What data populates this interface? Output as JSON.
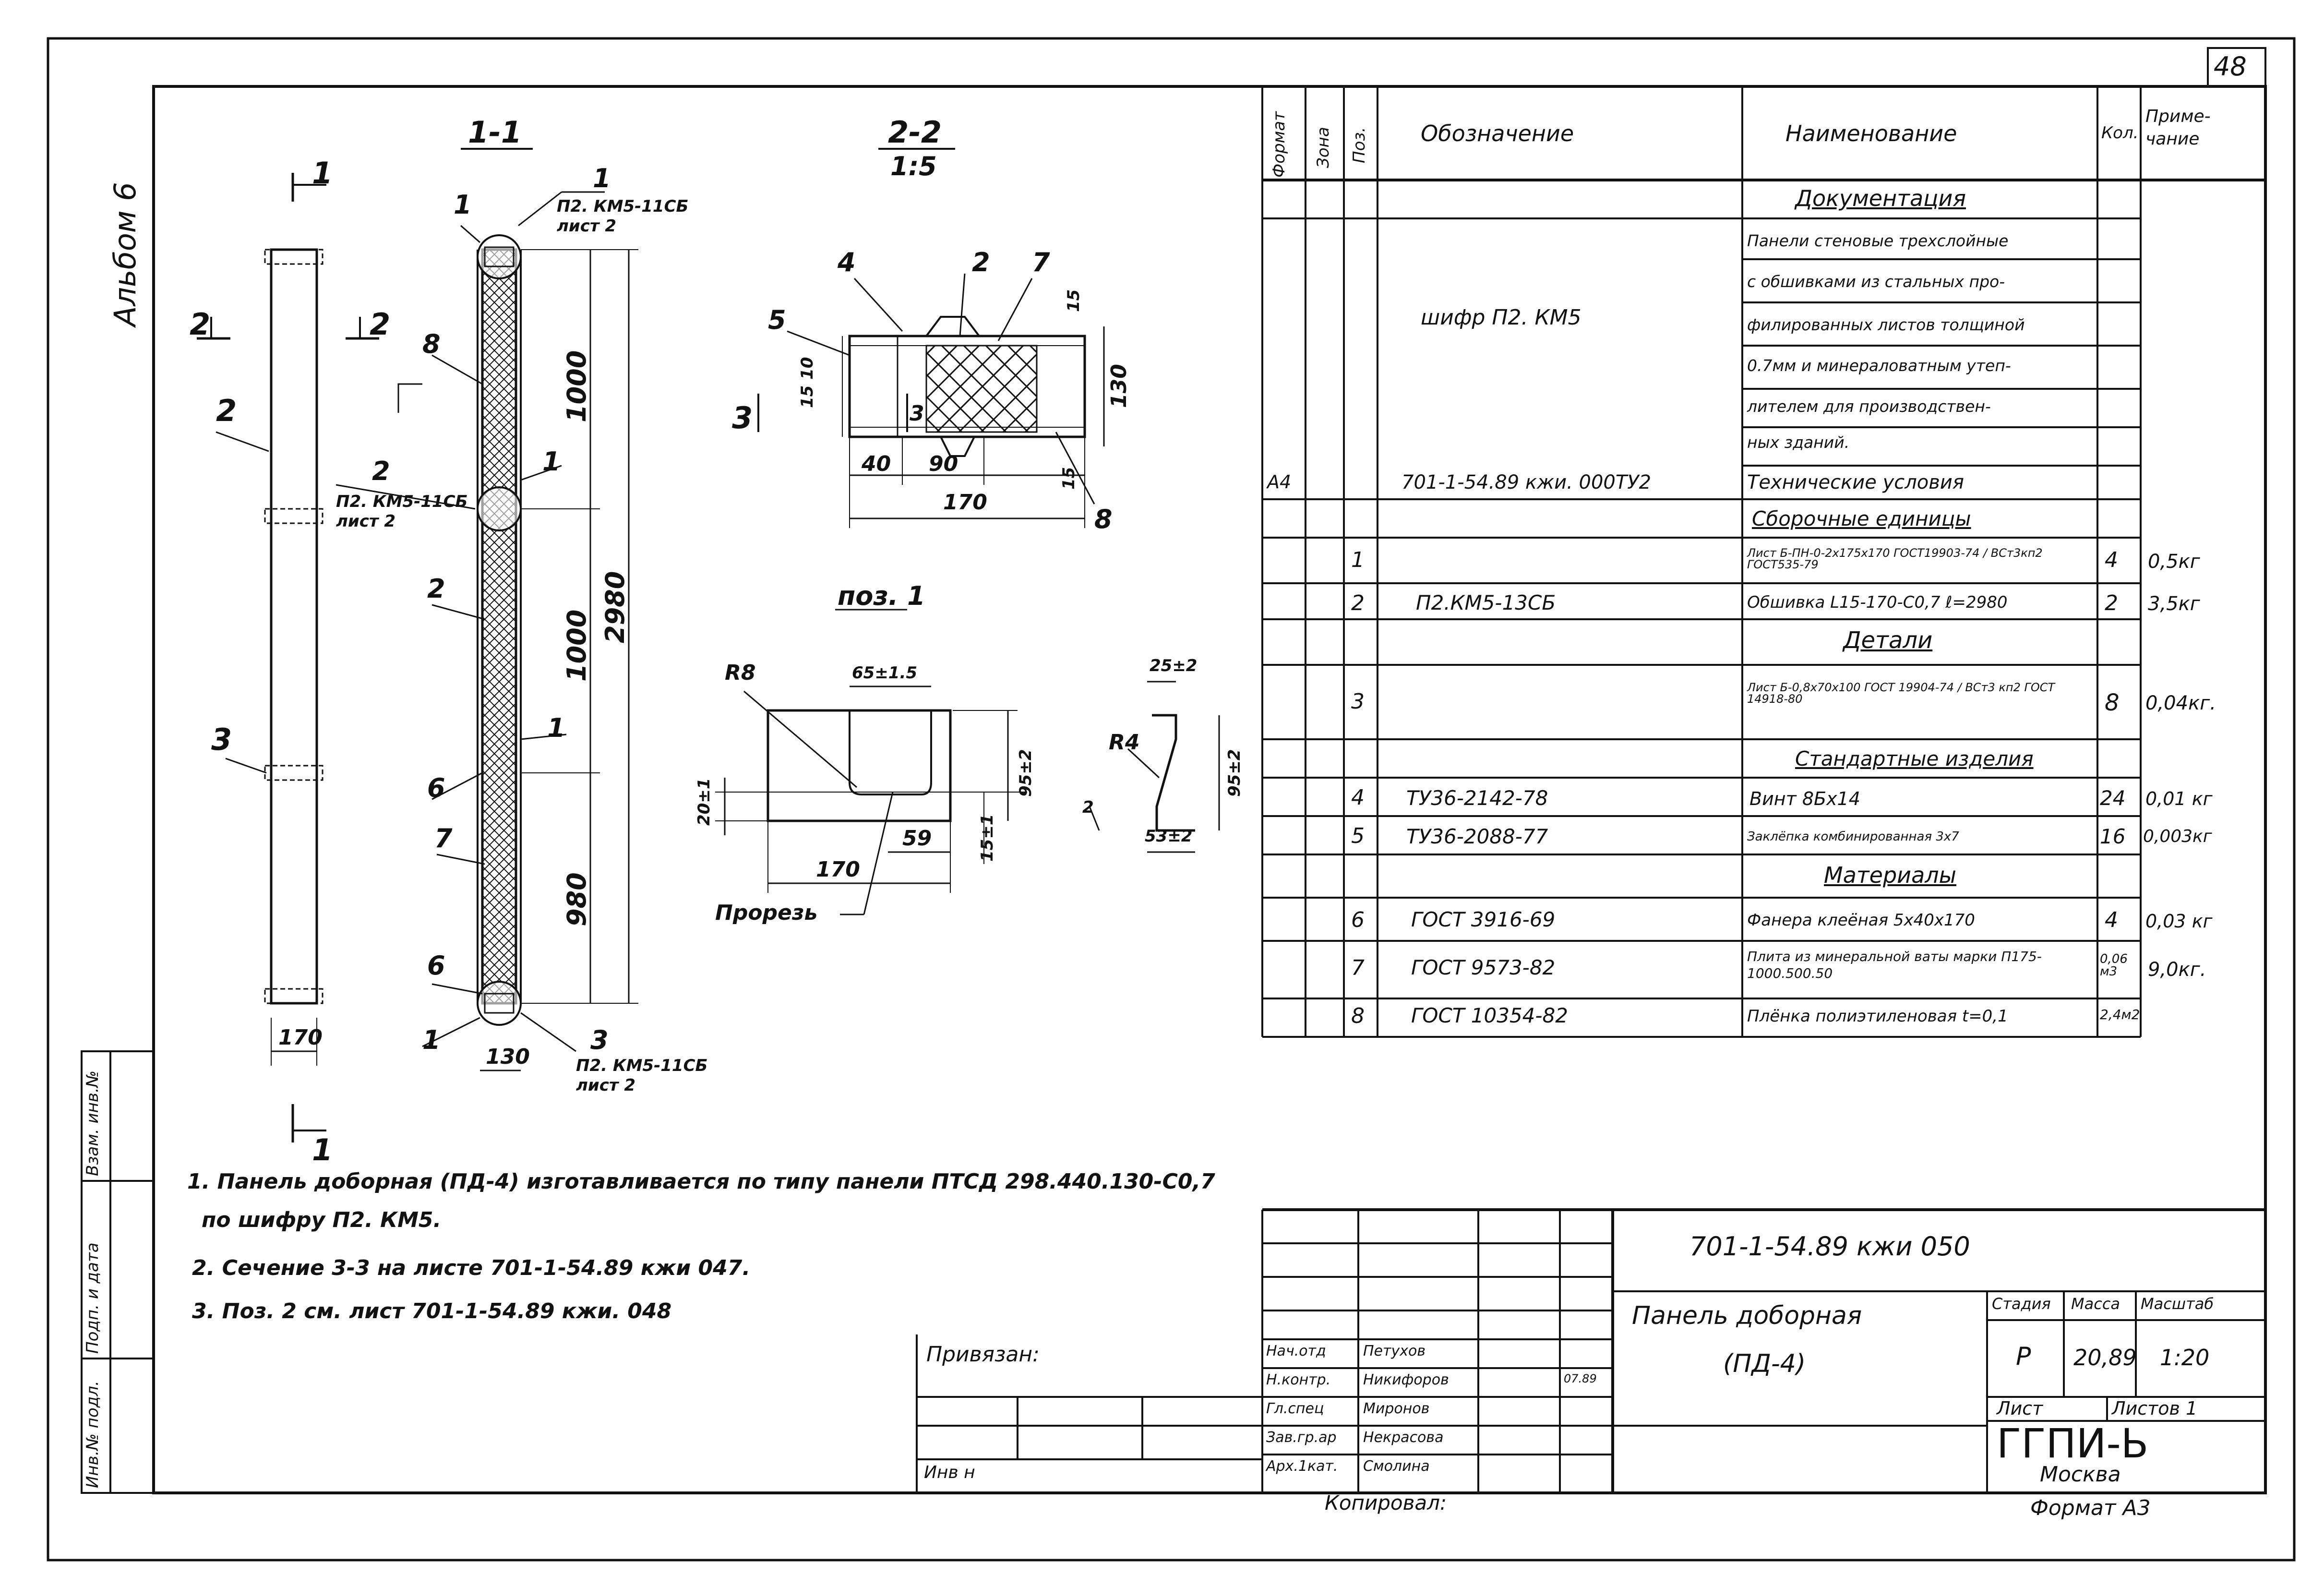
{
  "sheet_number": "48",
  "album": "Альбом 6",
  "views": {
    "section_1_1": "1-1",
    "section_2_2": "2-2",
    "section_2_2_scale": "1:5",
    "pos1_title": "поз. 1",
    "cut_marks": [
      "1",
      "1",
      "2",
      "2",
      "3"
    ],
    "elevation_callouts": [
      "2",
      "3",
      "170"
    ],
    "section_callouts": [
      "1",
      "1",
      "8",
      "2",
      "1",
      "2",
      "1",
      "6",
      "7",
      "6",
      "1",
      "3",
      "130"
    ],
    "panel_refs": [
      "П2. КМ5-11СБ\nлист 2",
      "П2. КМ5-11СБ\nлист 2",
      "П2. КМ5-11СБ\nлист 2"
    ],
    "dims_vertical": [
      "1000",
      "1000",
      "980",
      "2980"
    ],
    "detail_2_2": [
      "4",
      "2",
      "7",
      "5",
      "15",
      "15 10",
      "130",
      "3",
      "40",
      "90",
      "170",
      "15",
      "8"
    ],
    "detail_pos1": [
      "R8",
      "65±1.5",
      "95±2",
      "20±1",
      "59",
      "15±1",
      "170",
      "Прорезь"
    ],
    "detail_profile": [
      "25±2",
      "R4",
      "95±2",
      "2",
      "53±2"
    ]
  },
  "table": {
    "headers": {
      "format": "Формат",
      "zone": "Зона",
      "pos": "Поз.",
      "designation": "Обозначение",
      "name": "Наименование",
      "qty": "Кол.",
      "note": "Приме-\nчание"
    },
    "rows": [
      {
        "section": "Документация"
      },
      {
        "designation": "шифр П2. КМ5",
        "name_lines": [
          "Панели стеновые трехслойные",
          "с обшивками из стальных про-",
          "филированных листов толщиной",
          "0.7мм и минераловатным утеп-",
          "лителем для производствен-",
          "ных зданий."
        ]
      },
      {
        "format": "А4",
        "designation": "701-1-54.89 кжи. 000ТУ2",
        "name": "Технические условия"
      },
      {
        "section": "Сборочные единицы"
      },
      {
        "pos": "1",
        "designation": "",
        "name": "Лист Б-ПН-0-2х175х170 ГОСТ19903-74 / ВСт3кп2 ГОСТ535-79",
        "qty": "4",
        "note": "0,5кг"
      },
      {
        "pos": "2",
        "designation": "П2.КМ5-13СБ",
        "name": "Обшивка L15-170-С0,7 ℓ=2980",
        "qty": "2",
        "note": "3,5кг"
      },
      {
        "section": "Детали"
      },
      {
        "pos": "3",
        "designation": "",
        "name": "Лист Б-0,8х70х100 ГОСТ 19904-74 / ВСт3 кп2 ГОСТ 14918-80",
        "qty": "8",
        "note": "0,04кг."
      },
      {
        "section": "Стандартные изделия"
      },
      {
        "pos": "4",
        "designation": "ТУ36-2142-78",
        "name": "Винт 8Бх14",
        "qty": "24",
        "note": "0,01 кг"
      },
      {
        "pos": "5",
        "designation": "ТУ36-2088-77",
        "name": "Заклёпка комбинированная 3х7",
        "qty": "16",
        "note": "0,003кг"
      },
      {
        "section": "Материалы"
      },
      {
        "pos": "6",
        "designation": "ГОСТ 3916-69",
        "name": "Фанера клеёная 5х40х170",
        "qty": "4",
        "note": "0,03 кг"
      },
      {
        "pos": "7",
        "designation": "ГОСТ 9573-82",
        "name": "Плита из минеральной ваты марки П175-1000.500.50",
        "qty": "0,06 м3",
        "note": "9,0кг."
      },
      {
        "pos": "8",
        "designation": "ГОСТ 10354-82",
        "name": "Плёнка полиэтиленовая t=0,1",
        "qty": "2,4м2",
        "note": ""
      }
    ]
  },
  "notes": [
    "1. Панель доборная (ПД-4) изготавливается по типу панели ПТСД 298.440.130-С0,7",
    "по шифру П2. КМ5.",
    "2. Сечение 3-3 на листе 701-1-54.89 кжи 047.",
    "3. Поз. 2 см. лист 701-1-54.89 кжи. 048"
  ],
  "title_block": {
    "code": "701-1-54.89   кжи 050",
    "title_line1": "Панель доборная",
    "title_line2": "(ПД-4)",
    "stage_label": "Стадия",
    "mass_label": "Масса",
    "scale_label": "Масштаб",
    "stage": "Р",
    "mass": "20,89",
    "scale": "1:20",
    "sheet_label": "Лист",
    "sheets_label": "Листов 1",
    "org": "ГГПИ-Ь",
    "city": "Москва",
    "binding": "Привязан:",
    "inv": "Инв н",
    "copied": "Копировал:",
    "format": "Формат А3",
    "staff": [
      {
        "role": "Нач.отд",
        "name": "Петухов"
      },
      {
        "role": "Н.контр.",
        "name": "Никифоров"
      },
      {
        "role": "Гл.спец",
        "name": "Миронов"
      },
      {
        "role": "Зав.гр.ар",
        "name": "Некрасова"
      },
      {
        "role": "Арх.1кат.",
        "name": "Смолина"
      }
    ],
    "date": "07.89"
  },
  "side_stamp": [
    "Инв.№ подл.",
    "Подп. и дата",
    "Взам. инв.№"
  ]
}
